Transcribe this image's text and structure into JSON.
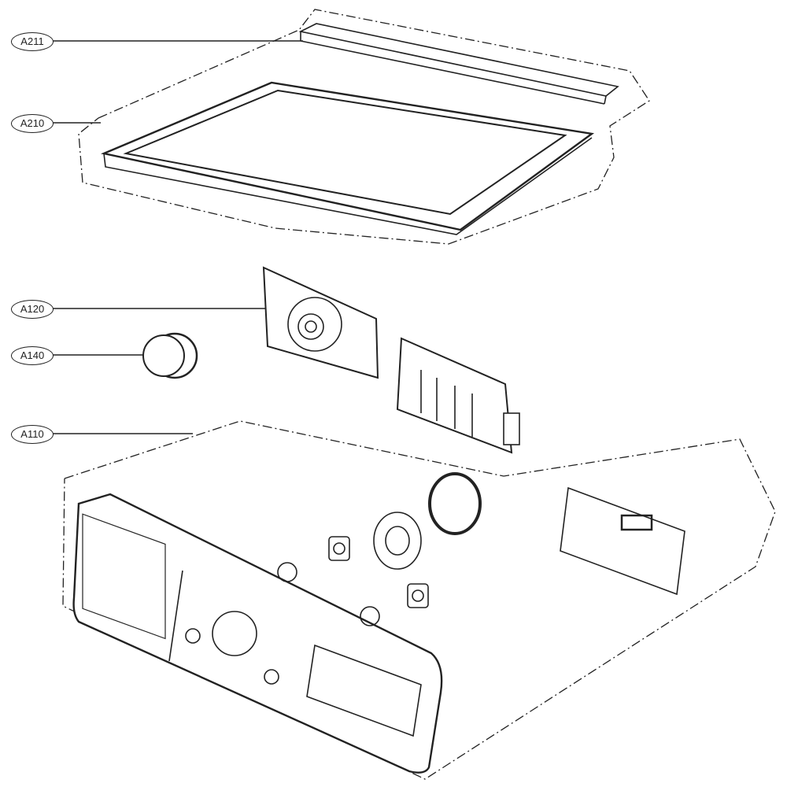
{
  "callouts": [
    {
      "id": "A211",
      "label": "A211",
      "part": "top-rear-bracket"
    },
    {
      "id": "A210",
      "label": "A210",
      "part": "top-frame"
    },
    {
      "id": "A120",
      "label": "A120",
      "part": "control-pcb-frame"
    },
    {
      "id": "A140",
      "label": "A140",
      "part": "knob"
    },
    {
      "id": "A110",
      "label": "A110",
      "part": "control-panel"
    }
  ],
  "colors": {
    "line": "#222222",
    "background": "#ffffff"
  }
}
